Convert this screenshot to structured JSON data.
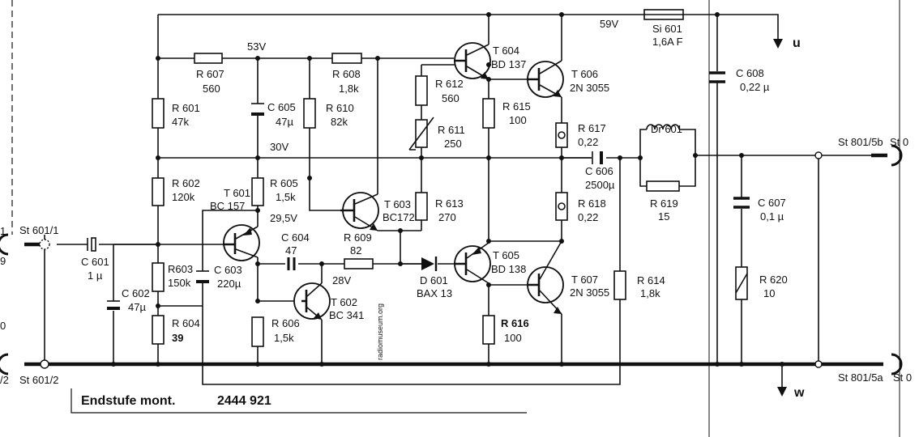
{
  "rails": {
    "v59": "59V",
    "v53": "53V",
    "v30": "30V",
    "v29_5": "29,5V",
    "v28": "28V"
  },
  "components": {
    "r601": {
      "ref": "R 601",
      "value": "47k"
    },
    "r602": {
      "ref": "R 602",
      "value": "120k"
    },
    "r603": {
      "ref": "R603",
      "value": "150k"
    },
    "r604": {
      "ref": "R 604",
      "value": "39"
    },
    "r605": {
      "ref": "R 605",
      "value": "1,5k"
    },
    "r606": {
      "ref": "R 606",
      "value": "1,5k"
    },
    "r607": {
      "ref": "R 607",
      "value": "560"
    },
    "r608": {
      "ref": "R 608",
      "value": "1,8k"
    },
    "r609": {
      "ref": "R 609",
      "value": "82"
    },
    "r610": {
      "ref": "R 610",
      "value": "82k"
    },
    "r611": {
      "ref": "R 611",
      "value": "250"
    },
    "r612": {
      "ref": "R 612",
      "value": "560"
    },
    "r613": {
      "ref": "R 613",
      "value": "270"
    },
    "r614": {
      "ref": "R 614",
      "value": "1,8k"
    },
    "r615": {
      "ref": "R 615",
      "value": "100"
    },
    "r616": {
      "ref": "R 616",
      "value": "100"
    },
    "r617": {
      "ref": "R 617",
      "value": "0,22"
    },
    "r618": {
      "ref": "R 618",
      "value": "0,22"
    },
    "r619": {
      "ref": "R 619",
      "value": "15"
    },
    "r620": {
      "ref": "R 620",
      "value": "10"
    },
    "c601": {
      "ref": "C 601",
      "value": "1 µ"
    },
    "c602": {
      "ref": "C 602",
      "value": "47µ"
    },
    "c603": {
      "ref": "C 603",
      "value": "220µ"
    },
    "c604": {
      "ref": "C 604",
      "value": "47"
    },
    "c605": {
      "ref": "C 605",
      "value": "47µ"
    },
    "c606": {
      "ref": "C 606",
      "value": "2500µ"
    },
    "c607": {
      "ref": "C 607",
      "value": "0,1 µ"
    },
    "c608": {
      "ref": "C 608",
      "value": "0,22 µ"
    },
    "t601": {
      "ref": "T 601",
      "value": "BC 157"
    },
    "t602": {
      "ref": "T 602",
      "value": "BC 341"
    },
    "t603": {
      "ref": "T 603",
      "value": "BC172"
    },
    "t604": {
      "ref": "T 604",
      "value": "BD 137"
    },
    "t605": {
      "ref": "T 605",
      "value": "BD 138"
    },
    "t606": {
      "ref": "T 606",
      "value": "2N 3055"
    },
    "t607": {
      "ref": "T 607",
      "value": "2N 3055"
    },
    "d601": {
      "ref": "D 601",
      "value": "BAX 13"
    },
    "dr601": {
      "ref": "Dr 601"
    },
    "si601": {
      "ref": "Si 601",
      "value": "1,6A F"
    }
  },
  "connectors": {
    "st601_1": "St 601/1",
    "st601_2": "St 601/2",
    "st801_5b": "St 801/5b",
    "st801_5a": "St 801/5a",
    "edge_right_top": "St 0",
    "edge_right_bottom": "St 0",
    "edge_left_1": "1",
    "edge_left_9": "9",
    "edge_left_0": "0",
    "edge_left_2": "/2",
    "u": "u",
    "w": "w"
  },
  "footer": {
    "title": "Endstufe mont.",
    "number": "2444 921"
  },
  "watermark": "radiomuseum.org"
}
